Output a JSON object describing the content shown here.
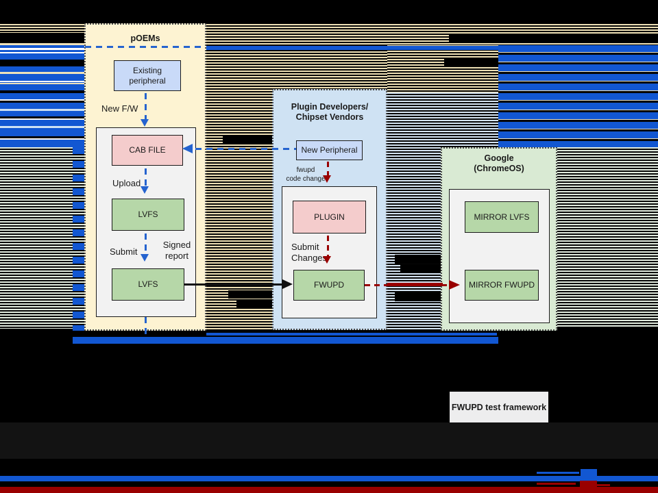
{
  "colors": {
    "accent_blue": "#1257d2",
    "arrow_blue": "#2563cf",
    "dark_red": "#990000",
    "poems_container_bg": "#fdf3d2",
    "plugin_container_bg": "#cfe2f3",
    "google_container_bg": "#d9ead3",
    "box_blue": "#c9daf8",
    "box_pink": "#f4cccc",
    "box_green": "#b6d7a8",
    "panel_gray": "#f2f2f2",
    "stripe_tan": "#eee0b5",
    "stripe_green": "#e2ecdf",
    "stripe_light_blue": "#d6e5f3"
  },
  "poems": {
    "title": "pOEMs",
    "existing_peripheral_box": "Existing\nperipheral",
    "new_fw_label": "New F/W",
    "cab_file_box": "CAB FILE",
    "upload_label": "Upload",
    "lvfs_box_1": "LVFS",
    "submit_label": "Submit",
    "signed_report_label": "Signed\nreport",
    "lvfs_box_2": "LVFS"
  },
  "plugin_developers": {
    "title": "Plugin Developers/\nChipset Vendors",
    "new_peripheral_box": "New Peripheral",
    "fwupd_code_change_label": "fwupd\ncode change",
    "plugin_box": "PLUGIN",
    "submit_changes_label": "Submit\nChanges",
    "fwupd_box": "FWUPD"
  },
  "google": {
    "title": "Google\n(ChromeOS)",
    "mirror_lvfs_box": "MIRROR LVFS",
    "mirror_fwupd_box": "MIRROR FWUPD"
  },
  "footer": {
    "test_framework_box": "FWUPD test framework"
  }
}
